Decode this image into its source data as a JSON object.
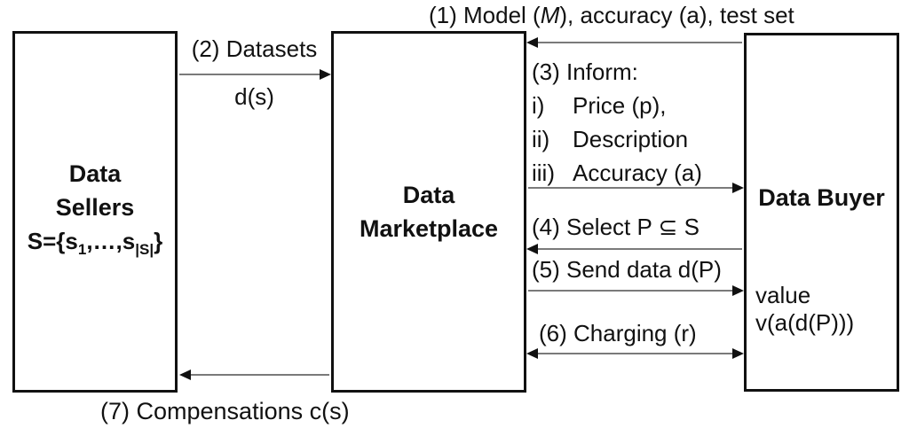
{
  "diagram": {
    "boxes": {
      "sellers": {
        "line1": "Data",
        "line2": "Sellers",
        "set": {
          "p1": "S={s",
          "sub1": "1",
          "p2": ",…,s",
          "sub2": "|S|",
          "p3": "}"
        }
      },
      "marketplace": {
        "line1": "Data",
        "line2": "Marketplace"
      },
      "buyer": {
        "title": "Data Buyer",
        "value_line1": "value",
        "value_line2": "v(a(d(P)))"
      }
    },
    "labels": {
      "step1": {
        "prefix": "(1) Model (",
        "emphasis": "M",
        "suffix": "), accuracy (a), test set"
      },
      "step2_line1": "(2) Datasets",
      "step2_line2": "d(s)",
      "step3_header": "(3) Inform:",
      "step3_items": [
        {
          "marker": "i)",
          "text": "Price (p),"
        },
        {
          "marker": "ii)",
          "text": "Description"
        },
        {
          "marker": "iii)",
          "text": "Accuracy (a)"
        }
      ],
      "step4": "(4) Select P ⊆ S",
      "step5": "(5) Send data d(P)",
      "step6": "(6) Charging (r)",
      "step7": "(7) Compensations c(s)"
    },
    "colors": {
      "background": "#ffffff",
      "box_border": "#111111",
      "text": "#111111",
      "arrow_shaft": "#7a7a7a",
      "arrow_head": "#111111"
    }
  }
}
